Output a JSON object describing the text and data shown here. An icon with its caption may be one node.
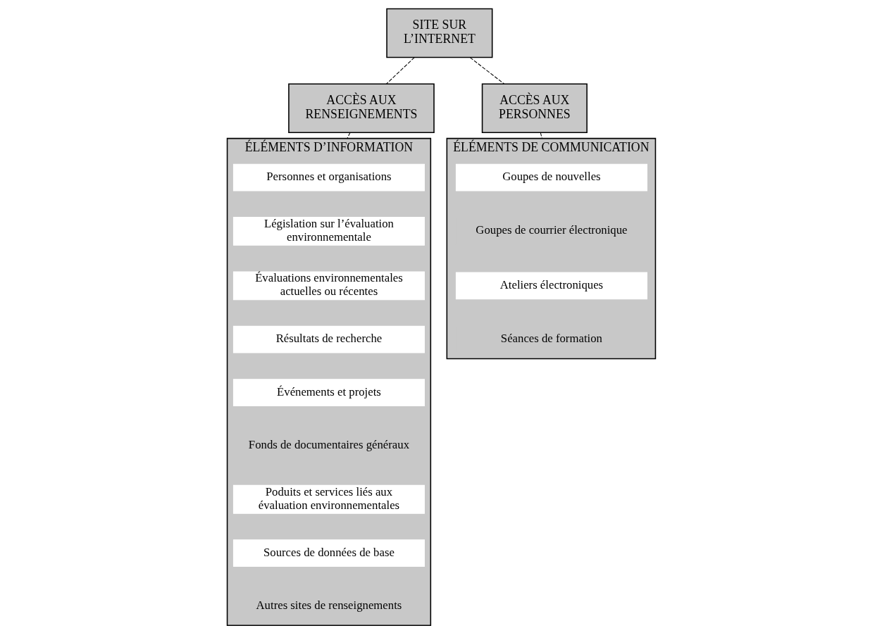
{
  "diagram": {
    "nodes": [
      {
        "text": [
          "SITE SUR L’INTERNET"
        ]
      },
      {
        "text": [
          "ACCÈS AUX RENSEIGNEMENTS"
        ]
      },
      {
        "text": [
          "ACCÈS AUX PERSONNES"
        ]
      },
      {
        "text": [
          "ÉLÉMENTS D’INFORMATION"
        ]
      },
      {
        "text": [
          "Personnes et organisations"
        ],
        "in": 3
      },
      {
        "text": [
          "Législation sur l’évaluation environnementale"
        ],
        "in": 3
      },
      {
        "text": [
          "Évaluations environnementales actuelles ou récentes"
        ],
        "in": 3
      },
      {
        "text": [
          "Résultats de recherche"
        ],
        "in": 3
      },
      {
        "text": [
          "Événements et projets"
        ],
        "in": 3
      },
      {
        "text": [
          "Fonds de documentaires généraux"
        ],
        "in": 3
      },
      {
        "text": [
          "Poduits et services liés aux évaluation environnementales"
        ],
        "in": 3
      },
      {
        "text": [
          "Sources de données de base"
        ],
        "in": 3
      },
      {
        "text": [
          "Autres sites de renseignements"
        ],
        "in": 3
      },
      {
        "text": [
          "ÉLÉMENTS DE COMMUNICATION"
        ]
      },
      {
        "text": [
          "Goupes de nouvelles"
        ],
        "in": 13
      },
      {
        "text": [
          "Goupes de courrier électronique"
        ],
        "in": 13
      },
      {
        "text": [
          "Ateliers électroniques"
        ],
        "in": 13
      },
      {
        "text": [
          "Séances de formation"
        ],
        "in": 13
      }
    ],
    "edges": [
      {
        "from": 0,
        "to": 1,
        "arrow": "none",
        "style": "dashed"
      },
      {
        "from": 0,
        "to": 2,
        "arrow": "none",
        "style": "dashed"
      },
      {
        "from": 1,
        "to": 3,
        "arrow": "none",
        "style": "dashed"
      },
      {
        "from": 2,
        "to": 13,
        "arrow": "none",
        "style": "dashed"
      }
    ]
  }
}
